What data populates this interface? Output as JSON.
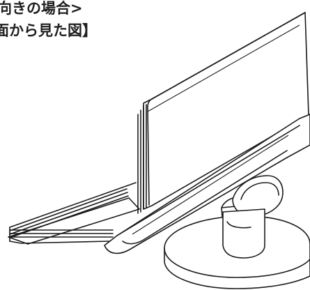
{
  "caption": {
    "line1": "向きの場合>",
    "line2": "面から見た図】"
  },
  "illustration": {
    "subject": "stand-with-device-side-view",
    "colors": {
      "stroke": "#1a1a1a",
      "fill": "#ffffff"
    }
  }
}
